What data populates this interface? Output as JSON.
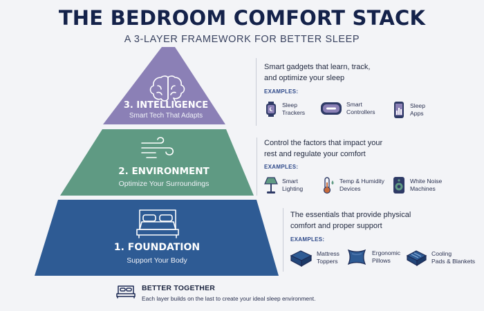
{
  "header": {
    "title": "THE BEDROOM COMFORT STACK",
    "subtitle": "A 3-LAYER FRAMEWORK FOR BETTER SLEEP"
  },
  "colors": {
    "intelligence": "#8b80b6",
    "environment": "#5f9a83",
    "foundation": "#2e5b94",
    "background": "#f3f4f7",
    "accent": "#2f4a8a"
  },
  "layers": [
    {
      "title": "3. INTELLIGENCE",
      "subtitle": "Smart Tech That Adapts",
      "icon": "brain-icon",
      "description": "Smart gadgets that learn, track,\nand optimize your sleep",
      "examples_label": "EXAMPLES:",
      "examples": [
        {
          "icon": "smartwatch-icon",
          "label": "Sleep\nTrackers"
        },
        {
          "icon": "remote-controller-icon",
          "label": "Smart\nControllers"
        },
        {
          "icon": "phone-app-icon",
          "label": "Sleep\nApps"
        }
      ]
    },
    {
      "title": "2. ENVIRONMENT",
      "subtitle": "Optimize Your Surroundings",
      "icon": "wind-icon",
      "description": "Control the factors that impact your\nrest and regulate your comfort",
      "examples_label": "EXAMPLES:",
      "examples": [
        {
          "icon": "lamp-icon",
          "label": "Smart\nLighting"
        },
        {
          "icon": "thermometer-icon",
          "label": "Temp & Humidity\nDevices"
        },
        {
          "icon": "speaker-icon",
          "label": "White Noise\nMachines"
        }
      ]
    },
    {
      "title": "1. FOUNDATION",
      "subtitle": "Support Your Body",
      "icon": "bed-icon",
      "description": "The essentials that provide physical\ncomfort and proper support",
      "examples_label": "EXAMPLES:",
      "examples": [
        {
          "icon": "mattress-icon",
          "label": "Mattress\nToppers"
        },
        {
          "icon": "pillow-icon",
          "label": "Ergonomic\nPillows"
        },
        {
          "icon": "cooling-pad-icon",
          "label": "Cooling\nPads & Blankets"
        }
      ]
    }
  ],
  "footer": {
    "icon": "bed-icon",
    "title": "BETTER TOGETHER",
    "text": "Each layer builds on the last to create your ideal sleep environment."
  }
}
